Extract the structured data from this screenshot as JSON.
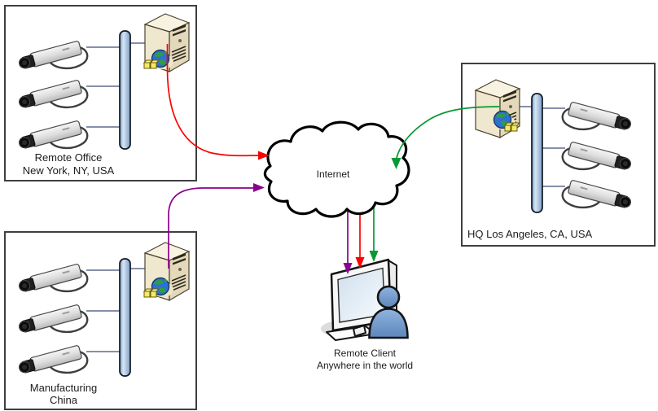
{
  "diagram": {
    "cloud": {
      "label": "Internet"
    },
    "sites": [
      {
        "name_line1": "Remote Office",
        "name_line2": "New York, NY, USA",
        "camera_count": 3
      },
      {
        "name_line1": "Manufacturing",
        "name_line2": "China",
        "camera_count": 3
      },
      {
        "name_line1": "HQ Los Angeles, CA, USA",
        "name_line2": "",
        "camera_count": 3
      }
    ],
    "client": {
      "label_line1": "Remote Client",
      "label_line2": "Anywhere in the world"
    },
    "links": [
      {
        "from": "Remote Office New York",
        "to": "Internet",
        "color": "#ff0000"
      },
      {
        "from": "Manufacturing China",
        "to": "Internet",
        "color": "#8b008b"
      },
      {
        "from": "HQ Los Angeles",
        "to": "Internet",
        "color": "#089933"
      },
      {
        "from": "Internet",
        "to": "Remote Client",
        "colors": [
          "#8b008b",
          "#ff0000",
          "#089933"
        ]
      }
    ],
    "lan_link_color": "#3e4c77"
  }
}
